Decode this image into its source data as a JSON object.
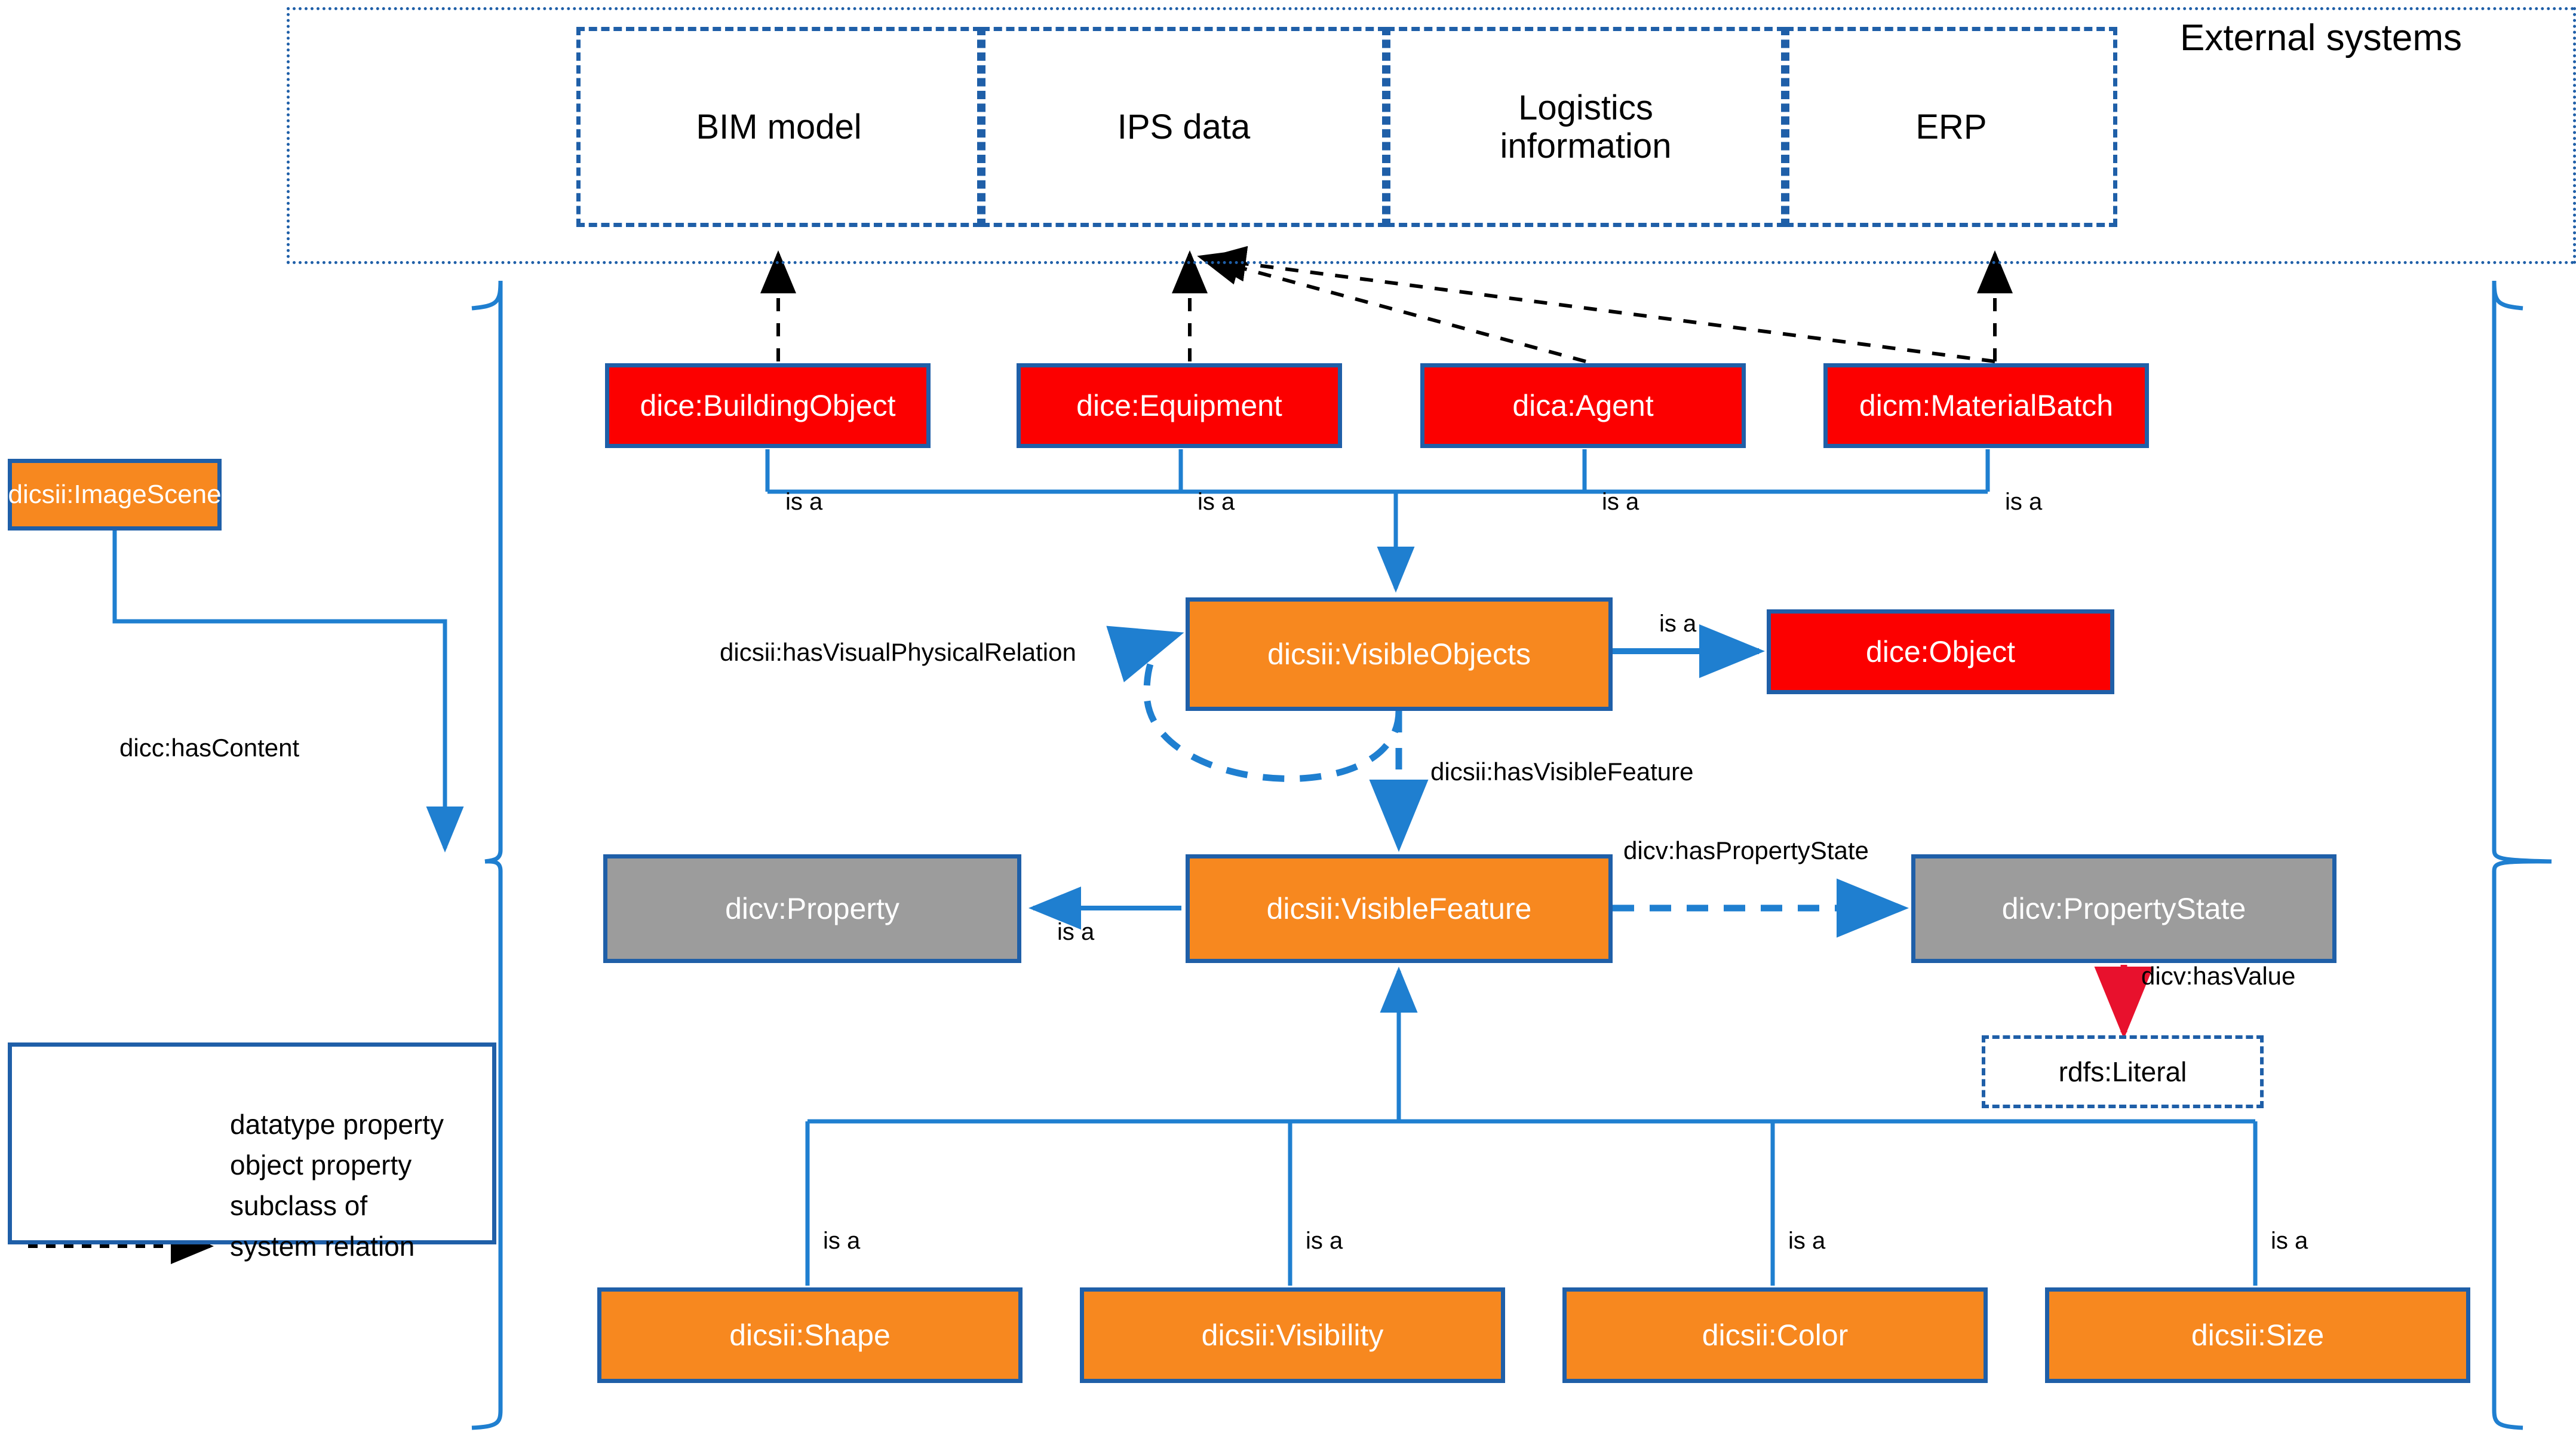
{
  "diagram": {
    "title_region": {
      "external_systems_label": "External systems"
    },
    "external_systems": [
      {
        "label": "BIM model"
      },
      {
        "label": "IPS data"
      },
      {
        "label": "Logistics\ninformation"
      },
      {
        "label": "ERP"
      }
    ],
    "classes": [
      {
        "id": "buildingObject",
        "label": "dice:BuildingObject",
        "color": "#FC0000",
        "kind": "red"
      },
      {
        "id": "equipment",
        "label": "dice:Equipment",
        "color": "#FC0000",
        "kind": "red"
      },
      {
        "id": "agent",
        "label": "dica:Agent",
        "color": "#FC0000",
        "kind": "red"
      },
      {
        "id": "materialBatch",
        "label": "dicm:MaterialBatch",
        "color": "#FC0000",
        "kind": "red"
      },
      {
        "id": "imageScene",
        "label": "dicsii:ImageScene",
        "color": "#F7881F",
        "kind": "orange"
      },
      {
        "id": "visibleObjects",
        "label": "dicsii:VisibleObjects",
        "color": "#F7881F",
        "kind": "orange"
      },
      {
        "id": "diceObject",
        "label": "dice:Object",
        "color": "#FC0000",
        "kind": "red"
      },
      {
        "id": "property",
        "label": "dicv:Property",
        "color": "#9C9C9C",
        "kind": "grey"
      },
      {
        "id": "visibleFeature",
        "label": "dicsii:VisibleFeature",
        "color": "#F7881F",
        "kind": "orange"
      },
      {
        "id": "propertyState",
        "label": "dicv:PropertyState",
        "color": "#9C9C9C",
        "kind": "grey"
      },
      {
        "id": "literal",
        "label": "rdfs:Literal",
        "color": "#FFFFFF",
        "kind": "dashed"
      },
      {
        "id": "shape",
        "label": "dicsii:Shape",
        "color": "#F7881F",
        "kind": "orange"
      },
      {
        "id": "visibility",
        "label": "dicsii:Visibility",
        "color": "#F7881F",
        "kind": "orange"
      },
      {
        "id": "color",
        "label": "dicsii:Color",
        "color": "#F7881F",
        "kind": "orange"
      },
      {
        "id": "size",
        "label": "dicsii:Size",
        "color": "#F7881F",
        "kind": "orange"
      }
    ],
    "edge_labels": {
      "hasVisualPhysicalRelation": "dicsii:hasVisualPhysicalRelation",
      "hasVisibleFeature": "dicsii:hasVisibleFeature",
      "hasPropertyState": "dicv:hasPropertyState",
      "hasValue": "dicv:hasValue",
      "hasContent": "dicc:hasContent",
      "isa_visibleObjects_to_object": "is a",
      "isa_property": "is a",
      "isa_buildingObject": "is a",
      "isa_equipment": "is a",
      "isa_agent": "is a",
      "isa_materialBatch": "is a",
      "isa_shape": "is a",
      "isa_visibility": "is a",
      "isa_color": "is a",
      "isa_size": "is a"
    },
    "legend": {
      "items": [
        {
          "label": "datatype property",
          "style": "dashed",
          "color": "#E8112D"
        },
        {
          "label": "object property",
          "style": "dashed",
          "color": "#1F7FD0"
        },
        {
          "label": "subclass of",
          "style": "solid",
          "color": "#1F7FD0"
        },
        {
          "label": "system relation",
          "style": "dotted",
          "color": "#000000"
        }
      ]
    },
    "colors": {
      "blue_border": "#1F5FA8",
      "blue_line": "#1F7FD0",
      "red_fill": "#FC0000",
      "orange_fill": "#F7881F",
      "grey_fill": "#9C9C9C",
      "red_arrow": "#E8112D",
      "black": "#000000"
    }
  }
}
